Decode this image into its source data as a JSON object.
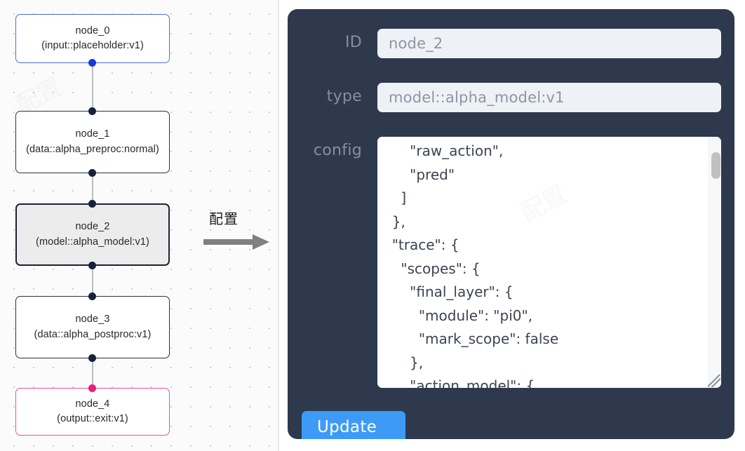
{
  "canvas": {
    "nodes": [
      {
        "id": "node_0",
        "type": "(input::placeholder:v1)",
        "role": "input",
        "selected": false
      },
      {
        "id": "node_1",
        "type": "(data::alpha_preproc:normal)",
        "role": "default",
        "selected": false
      },
      {
        "id": "node_2",
        "type": "(model::alpha_model:v1)",
        "role": "default",
        "selected": true
      },
      {
        "id": "node_3",
        "type": "(data::alpha_postproc:v1)",
        "role": "default",
        "selected": false
      },
      {
        "id": "node_4",
        "type": "(output::exit:v1)",
        "role": "output",
        "selected": false
      }
    ],
    "node_labels": {
      "node_0": "node_0\n(input::placeholder:v1)",
      "node_1": "node_1\n(data::alpha_preproc:normal)",
      "node_2": "node_2\n(model::alpha_model:v1)",
      "node_3": "node_3\n(data::alpha_postproc:v1)",
      "node_4": "node_4\n(output::exit:v1)"
    },
    "colors": {
      "input_border": "#4a6fd1",
      "input_handle": "#1638e0",
      "output_border": "#e8519b",
      "output_handle": "#ef1b7e",
      "default_border": "#2a3142",
      "selected_fill": "#ececec",
      "edge": "#b9bcc3",
      "background": "#fbfbfc",
      "grid_dot": "#c9ccd3"
    }
  },
  "arrow": {
    "label": "配置",
    "color": "#808080"
  },
  "panel": {
    "background": "#2e394e",
    "fields": [
      {
        "label": "ID",
        "value": "node_2"
      },
      {
        "label": "type",
        "value": "model::alpha_model:v1"
      },
      {
        "label": "config",
        "value": ""
      }
    ],
    "id_label": "ID",
    "id_value": "node_2",
    "type_label": "type",
    "type_value": "model::alpha_model:v1",
    "config_label": "config",
    "config_value": "      \"raw_action\",\n      \"pred\"\n    ]\n  },\n  \"trace\": {\n    \"scopes\": {\n      \"final_layer\": {\n        \"module\": \"pi0\",\n        \"mark_scope\": false\n      },\n      \"action_model\": {",
    "update_label": "Update",
    "update_color": "#3d9bf7",
    "label_color": "#868f9f",
    "input_background": "#eef1f6",
    "input_text_color": "#8e96a4"
  },
  "watermarks": {
    "left": "配置",
    "right": "配置"
  }
}
